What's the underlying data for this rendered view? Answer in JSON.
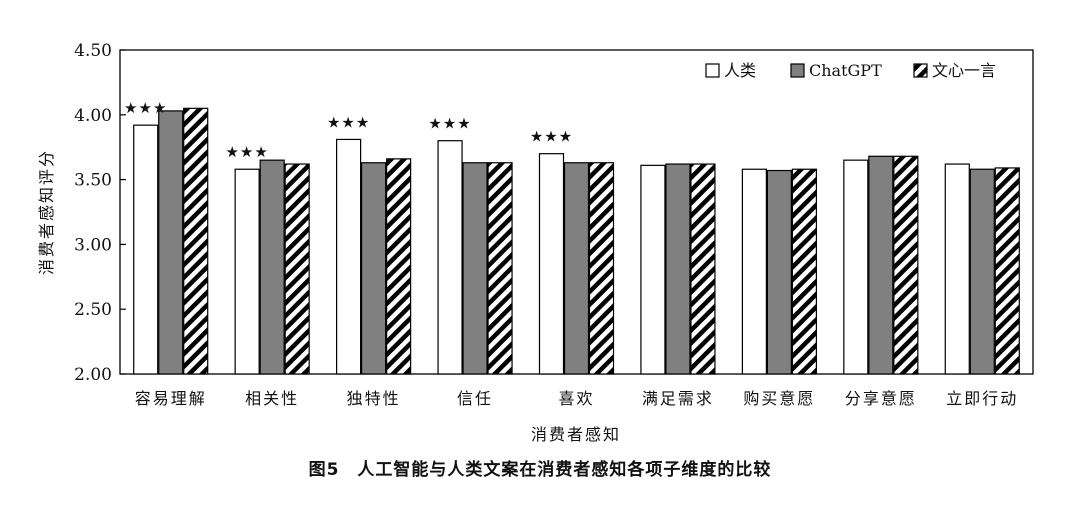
{
  "chart_data": {
    "type": "bar",
    "ylabel": "消费者感知评分",
    "xlabel": "消费者感知",
    "ylim": [
      2.0,
      4.5
    ],
    "yticks": [
      "2.00",
      "2.50",
      "3.00",
      "3.50",
      "4.00",
      "4.50"
    ],
    "grid": false,
    "legend_position": "top-right",
    "categories": [
      "容易理解",
      "相关性",
      "独特性",
      "信任",
      "喜欢",
      "满足需求",
      "购买意愿",
      "分享意愿",
      "立即行动"
    ],
    "series": [
      {
        "name": "人类",
        "fill": "#ffffff",
        "pattern": "none",
        "values": [
          3.92,
          3.58,
          3.81,
          3.8,
          3.7,
          3.61,
          3.58,
          3.65,
          3.62
        ]
      },
      {
        "name": "ChatGPT",
        "fill": "#808080",
        "pattern": "none",
        "values": [
          4.03,
          3.65,
          3.63,
          3.63,
          3.63,
          3.62,
          3.57,
          3.68,
          3.58
        ]
      },
      {
        "name": "文心一言",
        "fill": "#ffffff",
        "pattern": "diagonal-stripes",
        "values": [
          4.05,
          3.62,
          3.66,
          3.63,
          3.63,
          3.62,
          3.58,
          3.68,
          3.59
        ]
      }
    ],
    "significance": [
      "★★★",
      "★★★",
      "★★★",
      "★★★",
      "★★★",
      "",
      "",
      "",
      ""
    ]
  },
  "caption": "图5　人工智能与人类文案在消费者感知各项子维度的比较"
}
